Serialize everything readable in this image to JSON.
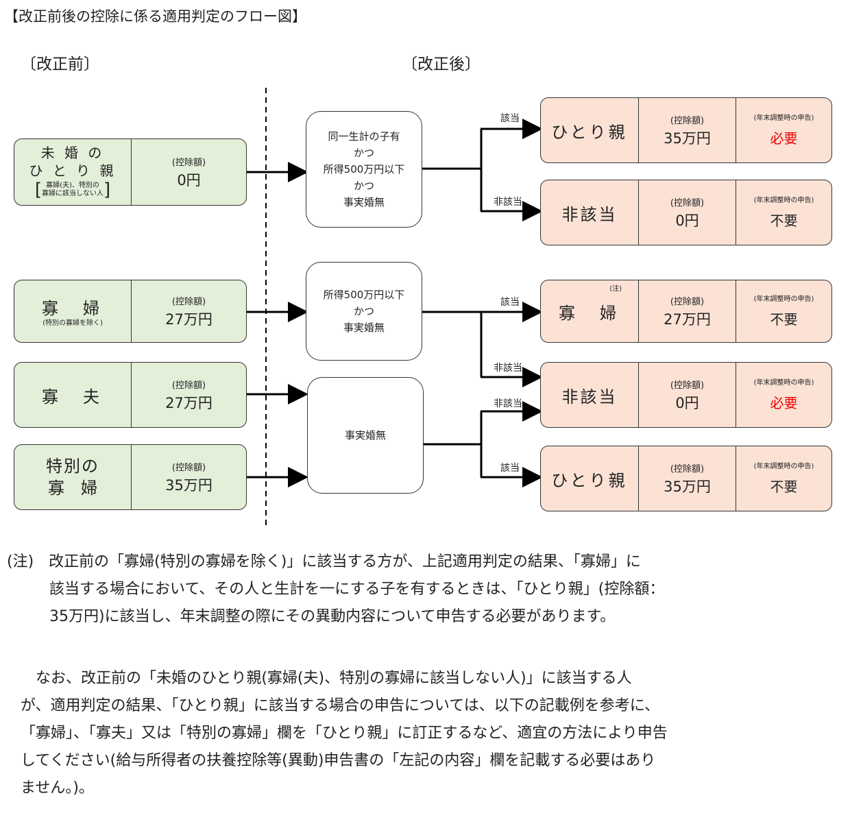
{
  "title": "【改正前後の控除に係る適用判定のフロー図】",
  "before_label": "〔改正前〕",
  "after_label": "〔改正後〕",
  "deduction_label": "(控除額)",
  "declare_label": "(年末調整時の申告)",
  "yes": "該当",
  "no": "非該当",
  "before": [
    {
      "line1": "未 婚 の",
      "line2": "ひ と り 親",
      "sub1": "寡婦(夫)、特別の",
      "sub2": "寡婦に該当しない人",
      "amount": "0円"
    },
    {
      "name": "寡　婦",
      "sub": "(特別の寡婦を除く)",
      "amount": "27万円"
    },
    {
      "name": "寡　夫",
      "amount": "27万円"
    },
    {
      "line1": "特別の",
      "line2": "寡　婦",
      "amount": "35万円"
    }
  ],
  "conditions": [
    {
      "lines": [
        "同一生計の子有",
        "かつ",
        "所得500万円以下",
        "かつ",
        "事実婚無"
      ]
    },
    {
      "lines": [
        "所得500万円以下",
        "かつ",
        "事実婚無"
      ]
    },
    {
      "lines": [
        "事実婚無"
      ]
    }
  ],
  "after": [
    {
      "name": "ひとり親",
      "amount": "35万円",
      "declare": "必要",
      "declare_color": "#e00000"
    },
    {
      "name": "非該当",
      "amount": "0円",
      "declare": "不要"
    },
    {
      "name": "寡　婦",
      "note_mark": "(注)",
      "amount": "27万円",
      "declare": "不要"
    },
    {
      "name": "非該当",
      "amount": "0円",
      "declare": "必要",
      "declare_color": "#e00000"
    },
    {
      "name": "ひとり親",
      "amount": "35万円",
      "declare": "不要"
    }
  ],
  "note1": {
    "l1": "(注)　改正前の「寡婦(特別の寡婦を除く)」に該当する方が、上記適用判定の結果、「寡婦」に",
    "l2": "該当する場合において、その人と生計を一にする子を有するときは、「ひとり親」(控除額：",
    "l3": "35万円)に該当し、年末調整の際にその異動内容について申告する必要があります。"
  },
  "note2": {
    "l1": "　なお、改正前の「未婚のひとり親(寡婦(夫)、特別の寡婦に該当しない人)」に該当する人",
    "l2": "が、適用判定の結果、「ひとり親」に該当する場合の申告については、以下の記載例を参考に、",
    "l3": "「寡婦」、「寡夫」又は「特別の寡婦」欄を「ひとり親」に訂正するなど、適宜の方法により申告",
    "l4": "してください(給与所得者の扶養控除等(異動)申告書の「左記の内容」欄を記載する必要はあり",
    "l5": "ません。)。"
  }
}
